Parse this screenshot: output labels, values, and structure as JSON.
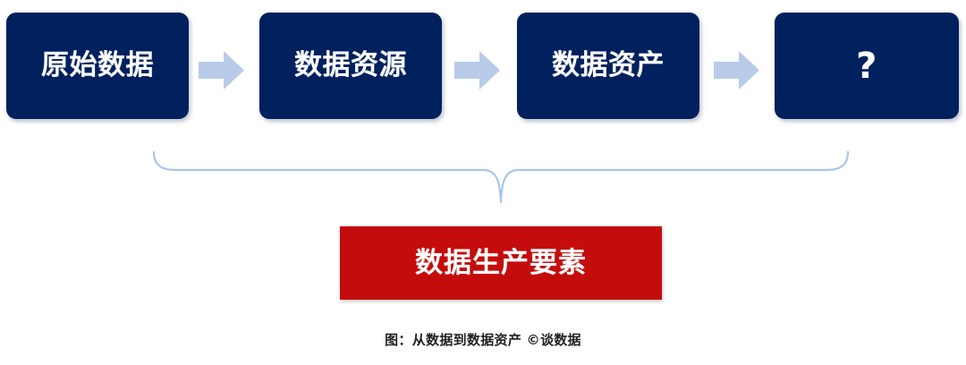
{
  "diagram": {
    "title_caption": "图：从数据到数据资产 ©谈数据",
    "colors": {
      "box_fill": "#00205e",
      "box_text": "#ffffff",
      "arrow_fill": "#b8cbe8",
      "brace_stroke": "#a8c6e8",
      "result_fill": "#c50c0c",
      "result_text": "#ffffff",
      "caption_text": "#231f20",
      "background": "#ffffff"
    },
    "stages": [
      {
        "label": "原始数据"
      },
      {
        "label": "数据资源"
      },
      {
        "label": "数据资产"
      },
      {
        "label": "?"
      }
    ],
    "connectors": [
      {
        "icon": "right-block-arrow-icon"
      },
      {
        "icon": "right-block-arrow-icon"
      },
      {
        "icon": "right-block-arrow-icon"
      }
    ],
    "grouping": {
      "icon": "curly-brace-down-icon",
      "spans_stages": 4
    },
    "result": {
      "label": "数据生产要素"
    }
  }
}
